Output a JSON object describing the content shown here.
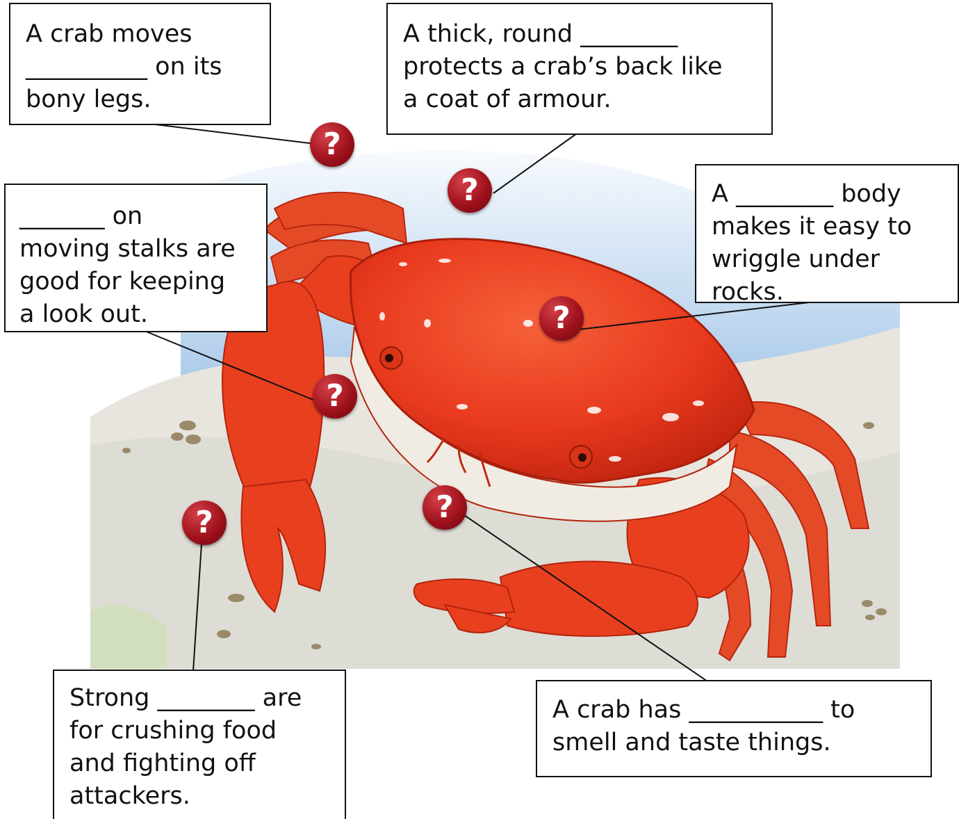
{
  "labels": {
    "legs": "A crab moves\n__________ on its\nbony legs.",
    "shell": "A thick, round ________\nprotects a crab’s back like\na coat of armour.",
    "eyes": "_______ on\nmoving stalks are\ngood for keeping\na look out.",
    "body": "A ________ body\nmakes it easy to\nwriggle under\nrocks.",
    "claws": "Strong ________ are\nfor crushing food\nand fighting off\nattackers.",
    "feelers": "A crab has ___________ to\nsmell and taste things."
  },
  "marker_glyph": "?",
  "colors": {
    "crab": "#e83a1e",
    "marker": "#a0121c",
    "water": "#bcd6ee",
    "sand": "#e6e4dc"
  }
}
